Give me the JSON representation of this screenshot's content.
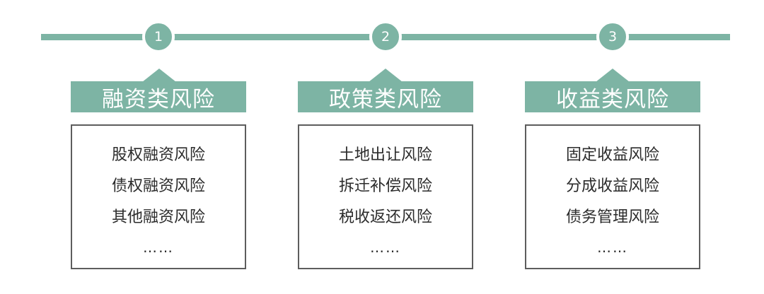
{
  "colors": {
    "accent": "#7db4a4",
    "box_border": "#5d5d5d",
    "text": "#2b2b2b"
  },
  "columns": [
    {
      "step": "1",
      "category": "融资类风险",
      "items": [
        "股权融资风险",
        "债权融资风险",
        "其他融资风险"
      ],
      "ellipsis": "……"
    },
    {
      "step": "2",
      "category": "政策类风险",
      "items": [
        "土地出让风险",
        "拆迁补偿风险",
        "税收返还风险"
      ],
      "ellipsis": "……"
    },
    {
      "step": "3",
      "category": "收益类风险",
      "items": [
        "固定收益风险",
        "分成收益风险",
        "债务管理风险"
      ],
      "ellipsis": "……"
    }
  ]
}
